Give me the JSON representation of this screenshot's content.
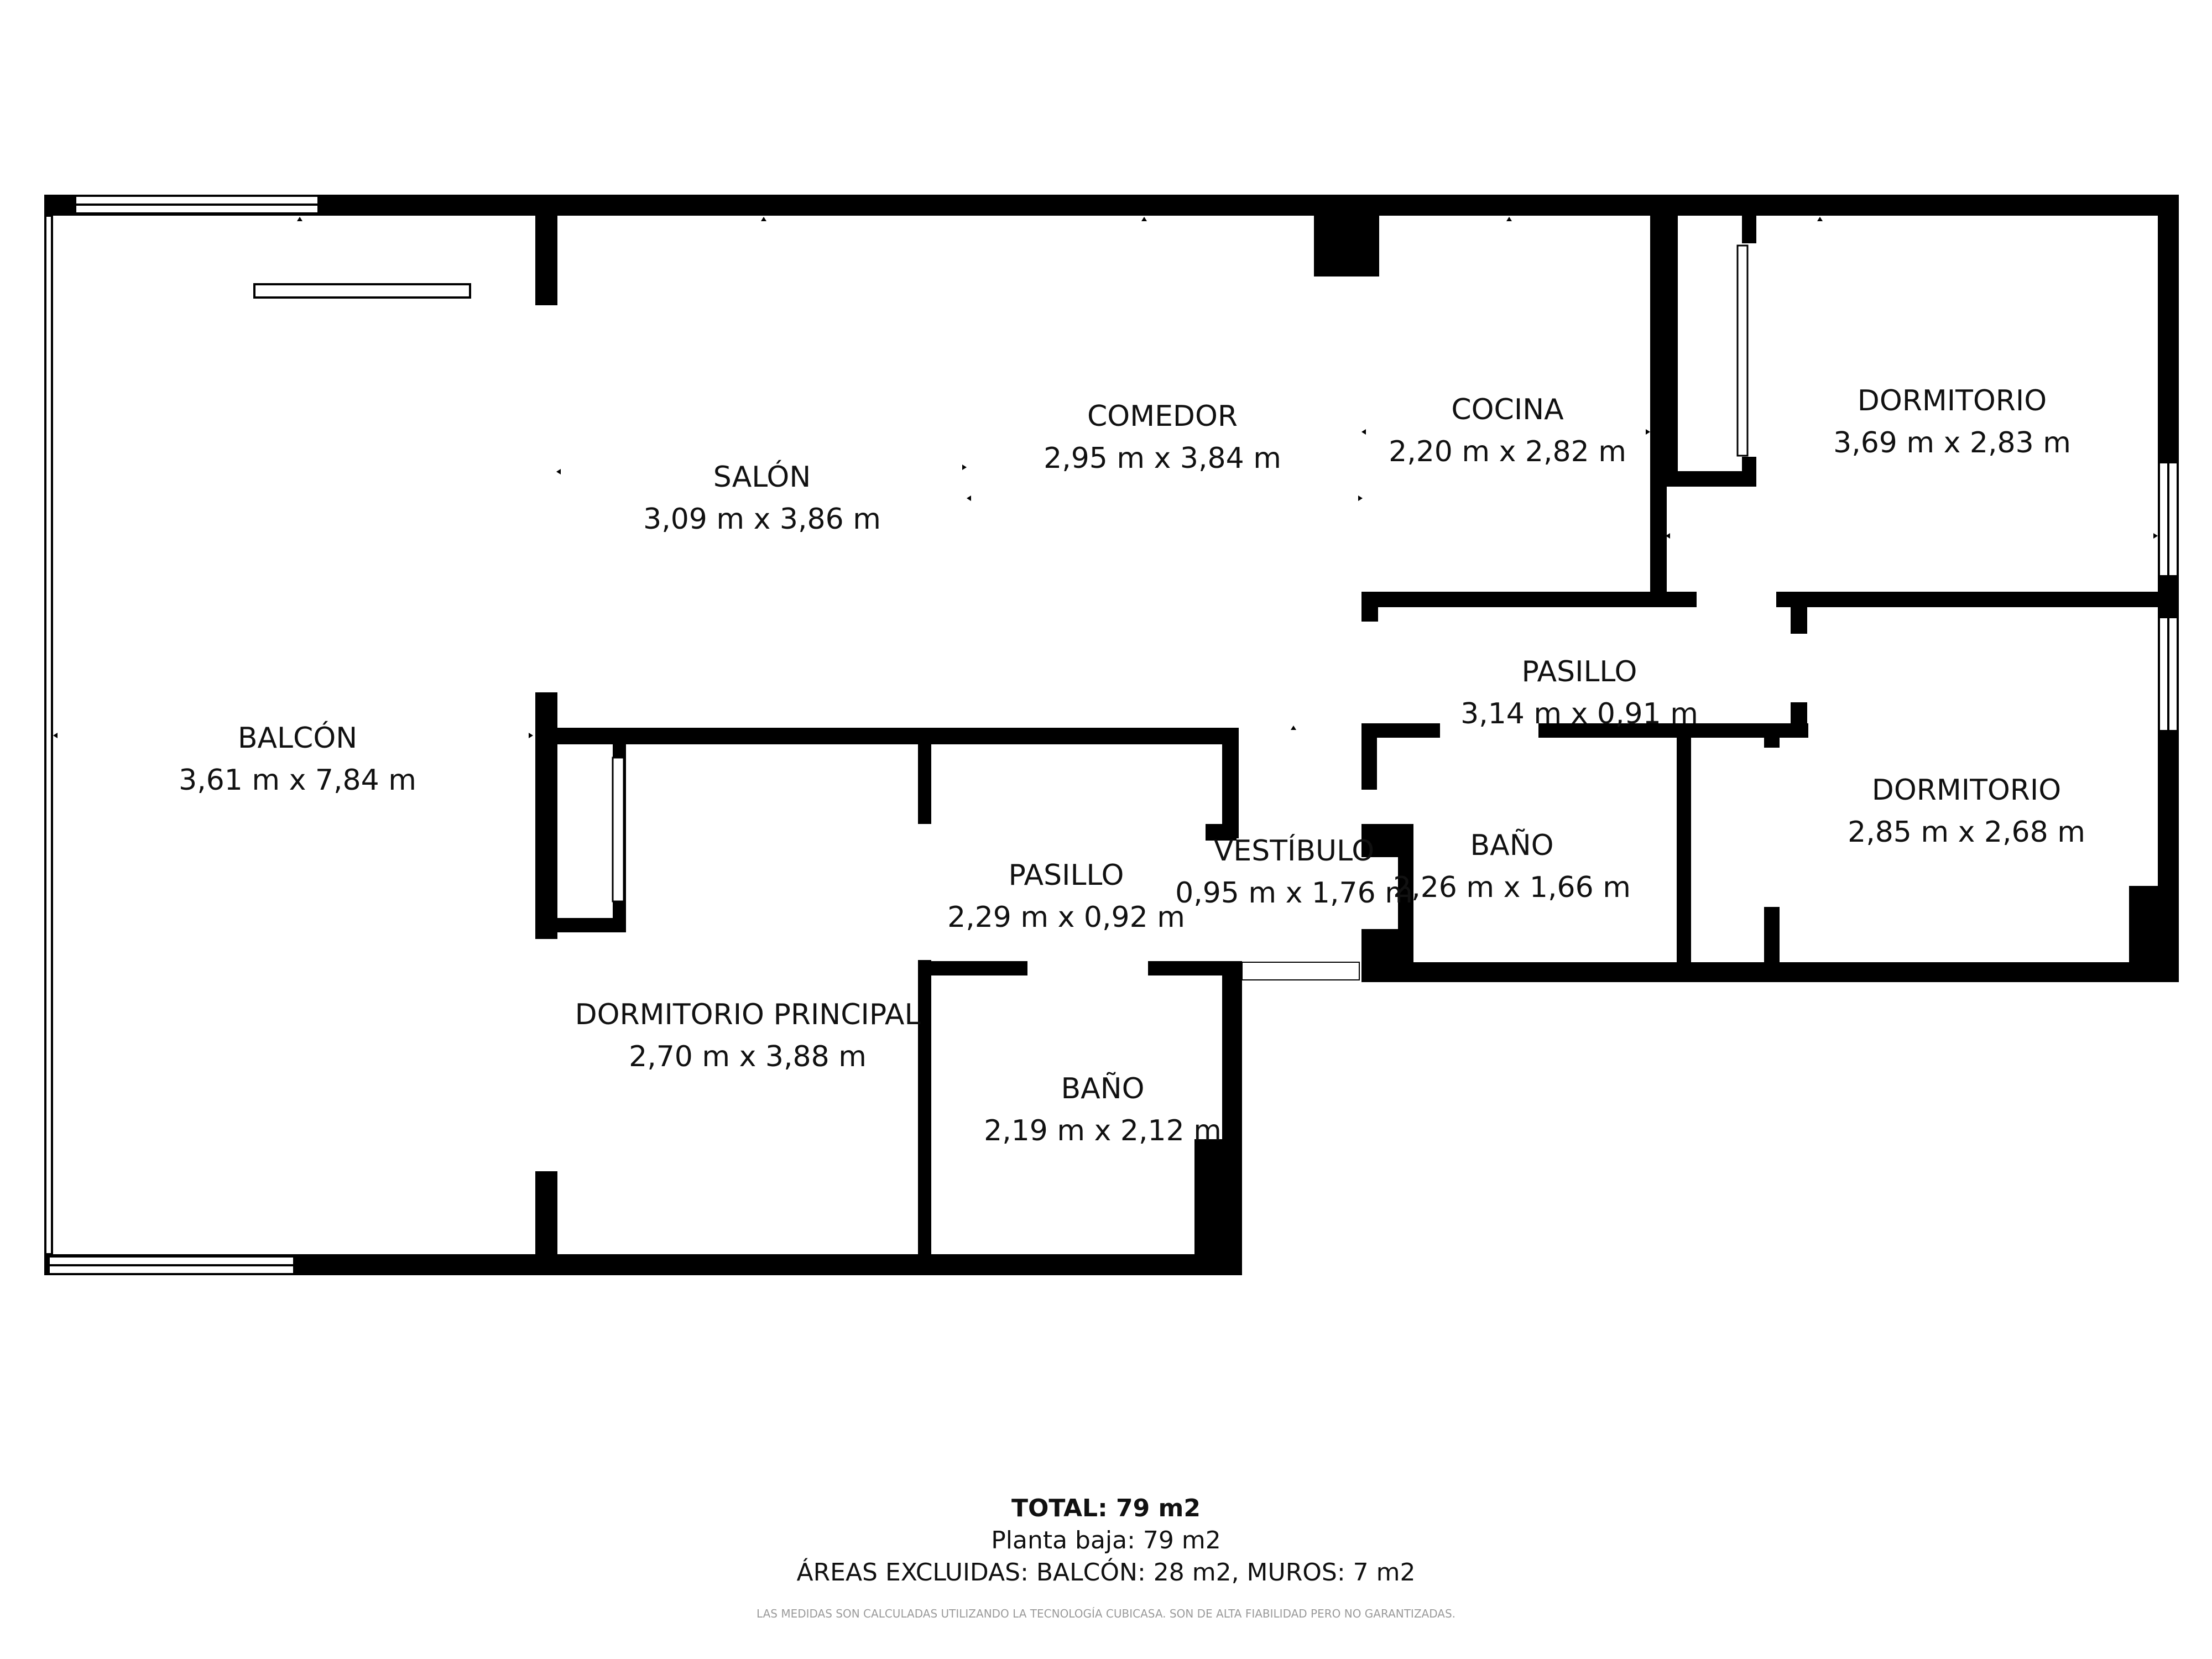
{
  "colors": {
    "wall": "#000000",
    "window_fill": "#ffffff",
    "text": "#111111",
    "disclaimer": "#9a9a9a"
  },
  "rooms": [
    {
      "id": "balcon",
      "name": "BALCÓN",
      "size": "3,61 m x 7,84 m"
    },
    {
      "id": "salon",
      "name": "SALÓN",
      "size": "3,09 m x 3,86 m"
    },
    {
      "id": "comedor",
      "name": "COMEDOR",
      "size": "2,95 m x 3,84 m"
    },
    {
      "id": "cocina",
      "name": "COCINA",
      "size": "2,20 m x 2,82 m"
    },
    {
      "id": "dormitorio-1",
      "name": "DORMITORIO",
      "size": "3,69 m x 2,83 m"
    },
    {
      "id": "pasillo-1",
      "name": "PASILLO",
      "size": "3,14 m x 0,91 m"
    },
    {
      "id": "dormitorio-2",
      "name": "DORMITORIO",
      "size": "2,85 m x 2,68 m"
    },
    {
      "id": "bano-1",
      "name": "BAÑO",
      "size": "2,26 m x 1,66 m"
    },
    {
      "id": "vestibulo",
      "name": "VESTÍBULO",
      "size": "0,95 m x 1,76 m"
    },
    {
      "id": "pasillo-2",
      "name": "PASILLO",
      "size": "2,29 m x 0,92 m"
    },
    {
      "id": "dormitorio-principal",
      "name": "DORMITORIO PRINCIPAL",
      "size": "2,70 m x 3,88 m"
    },
    {
      "id": "bano-2",
      "name": "BAÑO",
      "size": "2,19 m x 2,12 m"
    }
  ],
  "summary": {
    "total": "TOTAL: 79 m2",
    "floor": "Planta baja: 79 m2",
    "excluded": "ÁREAS EXCLUIDAS: BALCÓN: 28 m2, MUROS: 7 m2",
    "disclaimer": "LAS MEDIDAS SON CALCULADAS UTILIZANDO LA TECNOLOGÍA CUBICASA. SON DE ALTA FIABILIDAD PERO NO GARANTIZADAS."
  }
}
